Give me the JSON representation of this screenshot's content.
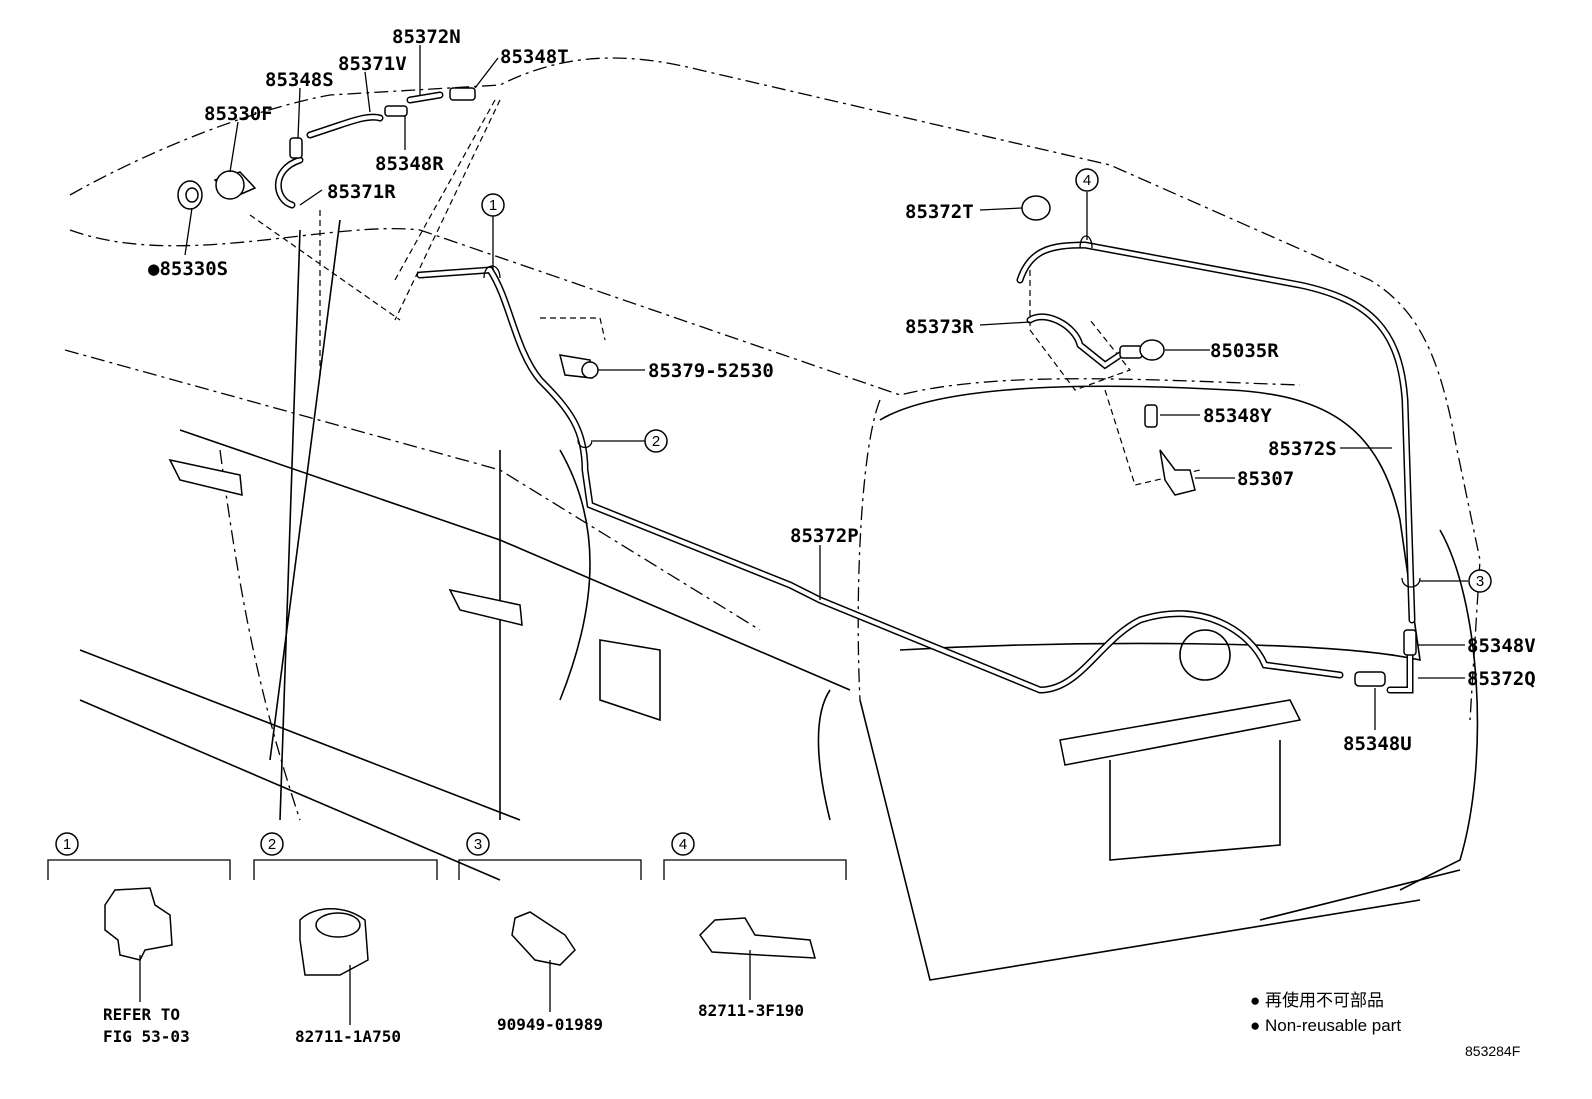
{
  "diagram_id": "853284F",
  "callouts": {
    "p85372N": "85372N",
    "p85348T": "85348T",
    "p85348S": "85348S",
    "p85371V": "85371V",
    "p85330F": "85330F",
    "p85348R": "85348R",
    "p85371R": "85371R",
    "p85330S": "●85330S",
    "p85379": "85379-52530",
    "p85372T": "85372T",
    "p85373R": "85373R",
    "p85035R": "85035R",
    "p85348Y": "85348Y",
    "p85307": "85307",
    "p85372S": "85372S",
    "p85372P": "85372P",
    "p85348V": "85348V",
    "p85372Q": "85372Q",
    "p85348U": "85348U"
  },
  "clip_markers": [
    "1",
    "2",
    "3",
    "4"
  ],
  "clips": [
    {
      "number": "1",
      "part_line1": "REFER TO",
      "part_line2": "FIG 53-03"
    },
    {
      "number": "2",
      "part_line1": "82711-1A750",
      "part_line2": ""
    },
    {
      "number": "3",
      "part_line1": "90949-01989",
      "part_line2": ""
    },
    {
      "number": "4",
      "part_line1": "82711-3F190",
      "part_line2": ""
    }
  ],
  "legend": {
    "line_jp": "● 再使用不可部品",
    "line_en": "● Non-reusable part"
  }
}
